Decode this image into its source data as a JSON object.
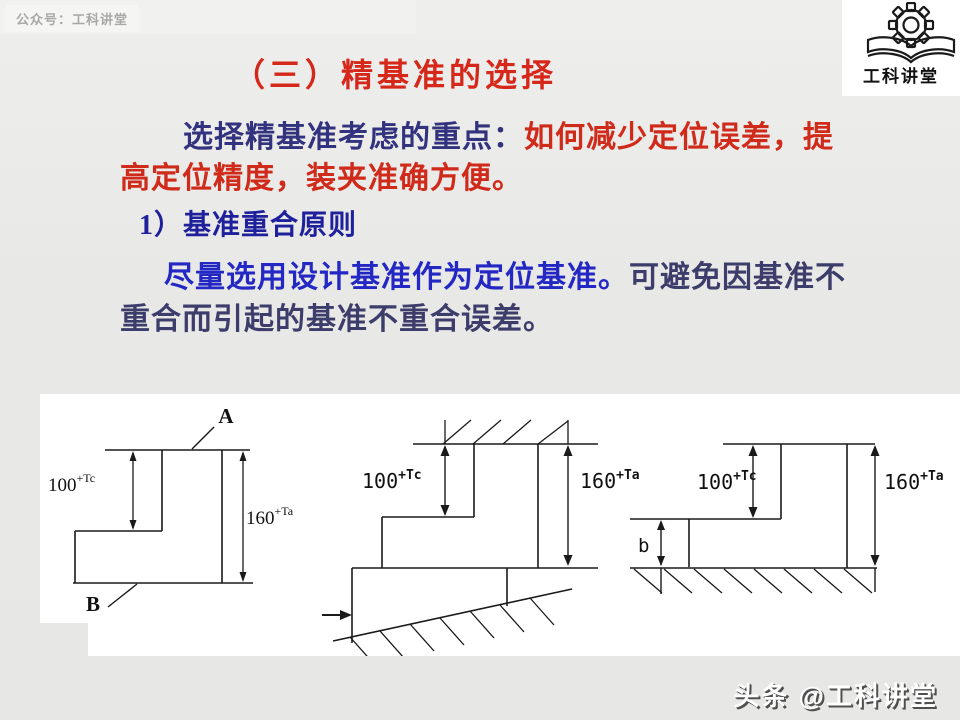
{
  "header": {
    "badge": "公众号：工科讲堂",
    "logo_text": "工科讲堂"
  },
  "title": "（三）精基准的选择",
  "intro": {
    "lead": "选择精基准考虑的重点：",
    "em_line1": "如何减少定位误差，提",
    "em_line2": "高定位精度，装夹准确方便。"
  },
  "principle": {
    "heading": "1）基准重合原则",
    "body_bold": "尽量选用设计基准作为定位基准。",
    "body_rest1": "可避免因基准不",
    "body_rest2": "重合而引起的基准不重合误差。"
  },
  "diagrams": {
    "left": {
      "surface_top": "A",
      "surface_bottom": "B",
      "dim_height": {
        "base": "100",
        "sup": "+Tc"
      },
      "dim_total": {
        "base": "160",
        "sup": "+Ta"
      }
    },
    "middle": {
      "dim_height": {
        "base": "100",
        "sup": "+Tc"
      },
      "dim_total": {
        "base": "160",
        "sup": "+Ta"
      }
    },
    "right": {
      "dim_height": {
        "base": "100",
        "sup": "+Tc"
      },
      "dim_total": {
        "base": "160",
        "sup": "+Ta"
      },
      "dim_gap": "b"
    }
  },
  "watermark": "头条 @工科讲堂",
  "colors": {
    "title_red": "#d6281a",
    "body_red": "#cf2a1a",
    "lead_navy": "#32327e",
    "heading_blue": "#1f219c",
    "sentence_blue": "#2327c4",
    "sentence_slate": "#3d3d6b",
    "background": "#e8e8e6",
    "panel": "#ffffff",
    "line": "#1a1a1a"
  }
}
